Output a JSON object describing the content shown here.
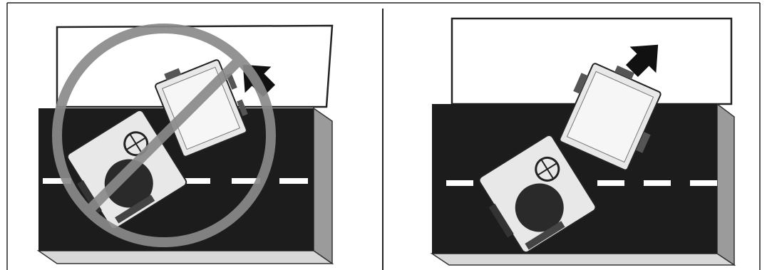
{
  "figure": {
    "panels": [
      {
        "id": "left",
        "verdict": "incorrect",
        "symbol": "prohibition-sign"
      },
      {
        "id": "right",
        "verdict": "correct",
        "symbol": "none"
      }
    ]
  },
  "colors": {
    "road": "#1c1c1c",
    "road_side": "#9b9b9b",
    "road_stripe": "#ffffff",
    "prohibition": "#8a8a8a",
    "arrow": "#111111",
    "machine_body": "#e8e8e8",
    "machine_dark": "#2a2a2a",
    "outline": "#222222"
  },
  "icons": {
    "prohibition": "prohibition-icon",
    "direction_arrow": "arrow-icon"
  }
}
